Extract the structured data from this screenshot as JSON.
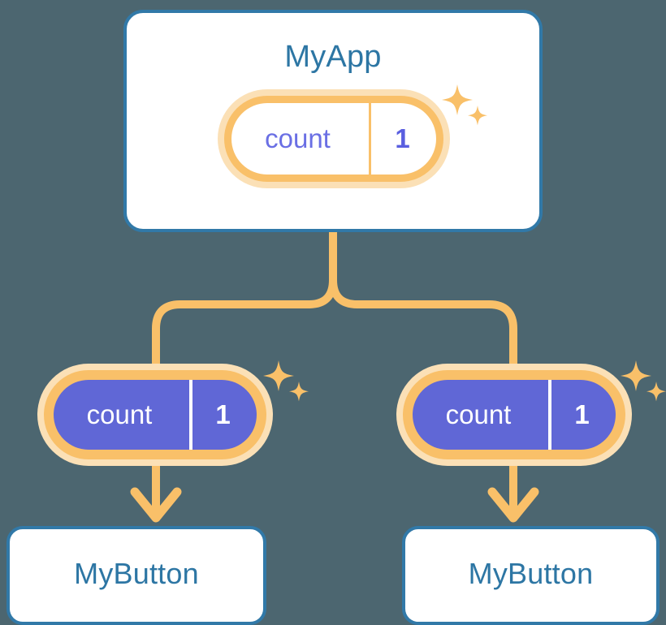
{
  "diagram": {
    "title": "React component state propagation tree",
    "background_color": "#4c6670"
  },
  "palette": {
    "background": "#4c6670",
    "card_border": "#3179a8",
    "card_fill": "#ffffff",
    "card_title_text": "#2d76a4",
    "pill_glow": "#fbe0b6",
    "pill_ring": "#f9c069",
    "pill_fill_purple": "#6067d6",
    "pill_text_purple": "#6a6fe4",
    "pill_text_white": "#ffffff",
    "connector": "#f9c069",
    "sparkle": "#f9c069"
  },
  "root": {
    "card_label": "MyApp",
    "state": {
      "key": "count",
      "value": "1"
    },
    "sparkle_name": "sparkle-decoration"
  },
  "children": [
    {
      "state": {
        "key": "count",
        "value": "1"
      },
      "card_label": "MyButton",
      "sparkle_name": "sparkle-decoration"
    },
    {
      "state": {
        "key": "count",
        "value": "1"
      },
      "card_label": "MyButton",
      "sparkle_name": "sparkle-decoration"
    }
  ],
  "connectors": {
    "root_to_bus_name": "root-trunk-line",
    "bus_name": "horizontal-bus-line",
    "left_branch_name": "left-branch-line",
    "right_branch_name": "right-branch-line",
    "left_arrow_name": "left-arrow",
    "right_arrow_name": "right-arrow"
  }
}
